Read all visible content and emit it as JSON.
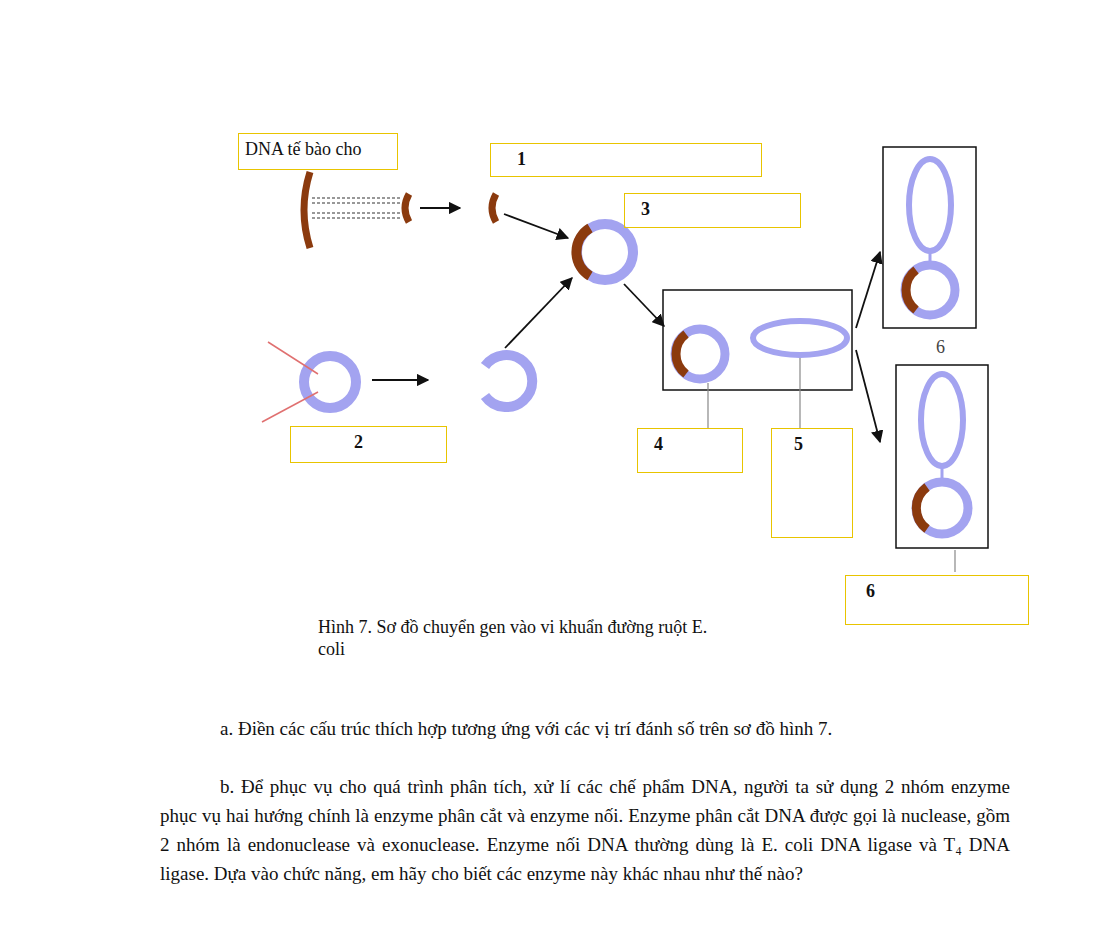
{
  "diagram": {
    "caption": "Hình 7. Sơ đồ chuyển gen vào vi khuẩn đường ruột E. coli",
    "nodes": [
      {
        "text": [
          "DNA tế bào cho"
        ]
      },
      {
        "text": [
          "1"
        ]
      },
      {
        "text": [
          "3"
        ]
      },
      {
        "text": [
          "2"
        ]
      },
      {
        "text": [
          "4"
        ]
      },
      {
        "text": [
          "5"
        ]
      },
      {
        "text": [
          "6"
        ]
      }
    ],
    "edges": [],
    "labels": [
      "6",
      "a. Điền các cấu trúc thích hợp tương ứng với các vị trí đánh số trên sơ đồ hình 7.",
      "b. Để phục vụ cho quá trình phân tích, xử lí các chế phẩm DNA, người ta sử dụng 2 nhóm enzyme phục vụ hai hướng chính là enzyme phân cắt và enzyme nối. Enzyme phân cắt DNA được gọi là nuclease, gồm 2 nhóm là endonuclease và exonuclease. Enzyme nối DNA thường dùng là E. coli DNA ligase và T₄ DNA ligase. Dựa vào chức năng, em hãy cho biết các enzyme này khác nhau như thế nào?"
    ]
  }
}
